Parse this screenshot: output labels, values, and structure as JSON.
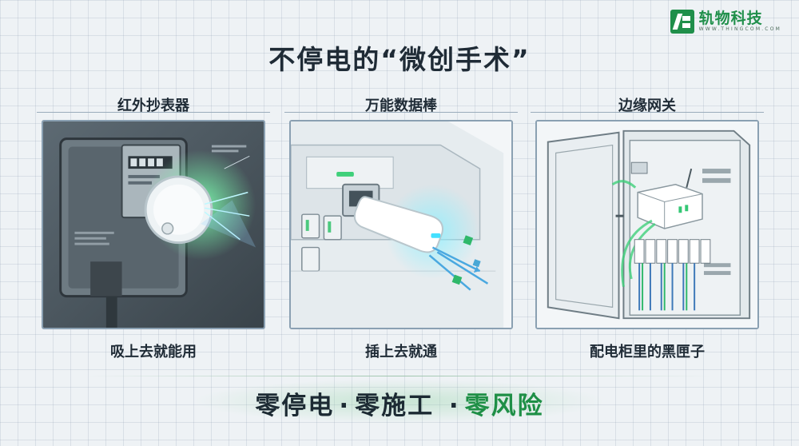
{
  "brand": {
    "name": "轨物科技",
    "url": "WWW.THINGCOM.COM"
  },
  "title": "不停电的“微创手术”",
  "panels": [
    {
      "label": "红外抄表器",
      "caption": "吸上去就能用",
      "icon": "infrared-meter-reader-illustration"
    },
    {
      "label": "万能数据棒",
      "caption": "插上去就通",
      "icon": "usb-data-stick-illustration"
    },
    {
      "label": "边缘网关",
      "caption": "配电柜里的黑匣子",
      "icon": "edge-gateway-cabinet-illustration"
    }
  ],
  "slogan": {
    "part1": "零停电",
    "sep1": "·",
    "part2": "零施工",
    "sep2": "·",
    "part3": "零风险"
  },
  "colors": {
    "brand_green": "#1f8f4a",
    "accent_green": "#1e8f46",
    "title": "#1f2b36"
  }
}
